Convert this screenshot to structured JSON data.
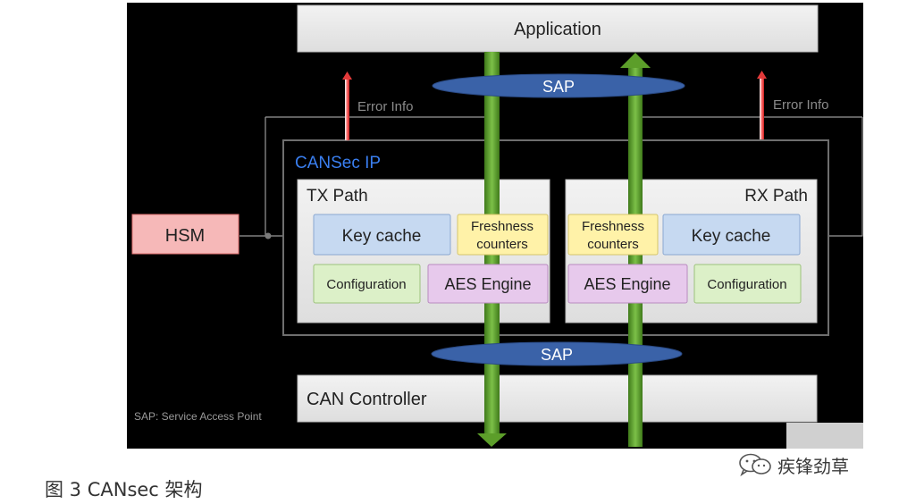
{
  "application_label": "Application",
  "sap_label": "SAP",
  "sap_label_lower": "SAP",
  "error_info_left": "Error Info",
  "error_info_right": "Error Info",
  "cansec_ip_label": "CANSec IP",
  "tx_path": {
    "title": "TX Path",
    "key_cache": "Key cache",
    "freshness": [
      "Freshness",
      "counters"
    ],
    "configuration": "Configuration",
    "aes_engine": "AES Engine"
  },
  "rx_path": {
    "title": "RX Path",
    "key_cache": "Key cache",
    "freshness": [
      "Freshness",
      "counters"
    ],
    "configuration": "Configuration",
    "aes_engine": "AES Engine"
  },
  "hsm_label": "HSM",
  "can_controller_label": "CAN Controller",
  "sap_note": "SAP: Service Access Point",
  "caption": "图 3 CANsec 架构",
  "watermark": "疾锋劲草",
  "colors": {
    "background": "#000000",
    "box_gray": "#e6e6e6",
    "key_cache_blue": "#c6d9f1",
    "freshness_yellow": "#fff2a8",
    "config_green": "#dcf0c8",
    "aes_purple": "#e7c9ec",
    "hsm_red": "#f6b8b8",
    "sap_ellipse": "#3a62a8",
    "arrow_green": "#5c9e2a",
    "error_arrow_red": "#e33a3a",
    "cansec_title_blue": "#3a7ff0"
  }
}
